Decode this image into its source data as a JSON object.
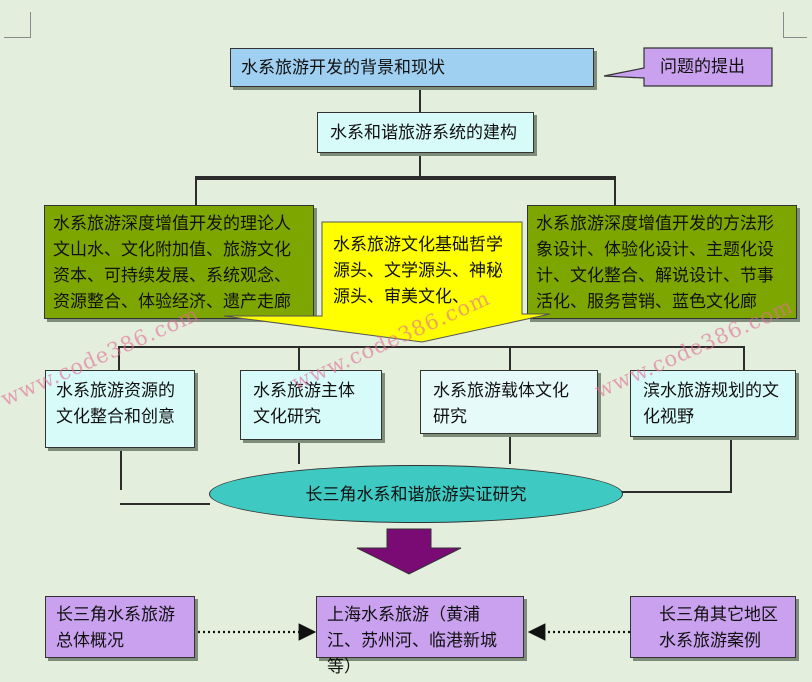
{
  "nodes": {
    "background": "水系旅游开发的背景和现状",
    "question": "问题的提出",
    "construction": "水系和谐旅游系统的建构",
    "theory": "水系旅游深度增值开发的理论人文山水、文化附加值、旅游文化资本、可持续发展、系统观念、资源整合、体验经济、遗产走廊",
    "culture_basis": "水系旅游文化基础哲学源头、文学源头、神秘源头、审美文化、",
    "method": "水系旅游深度增值开发的方法形象设计、体验化设计、主题化设计、文化整合、解说设计、节事活化、服务营销、蓝色文化廊",
    "resource": "水系旅游资源的文化整合和创意",
    "subject": "水系旅游主体文化研究",
    "carrier": "水系旅游载体文化研究",
    "planning": "滨水旅游规划的文化视野",
    "yrd_study": "长三角水系和谐旅游实证研究",
    "overview": "长三角水系旅游总体概况",
    "shanghai": "上海水系旅游（黄浦江、苏州河、临港新城等）",
    "others": "长三角其它地区水系旅游案例"
  },
  "watermark": "www.code386.com",
  "colors": {
    "blue": "#9fd0f2",
    "cyan": "#d7fbf9",
    "green": "#7ea600",
    "yellow": "#ffff00",
    "purple": "#c9a1ef",
    "teal": "#3ec9c2",
    "dark_purple": "#7a0a74",
    "background": "#e3efdc"
  }
}
